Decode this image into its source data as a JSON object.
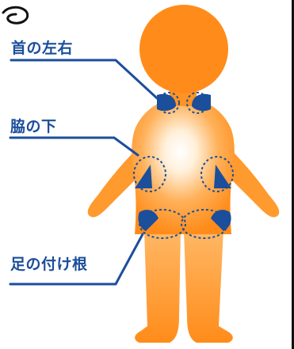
{
  "labels": {
    "neck": "首の左右",
    "armpit": "脇の下",
    "groin": "足の付け根"
  },
  "colors": {
    "label_text": "#1b4e9b",
    "leader_line": "#1b4e9b",
    "body_outer": "#ff8c1a",
    "body_inner": "#ffffff",
    "head": "#ff8c1a",
    "marker_fill": "#1b4e9b",
    "marker_outline": "#1b4e9b"
  },
  "icons": {
    "top_left_glyph": "curl-glyph-icon"
  }
}
